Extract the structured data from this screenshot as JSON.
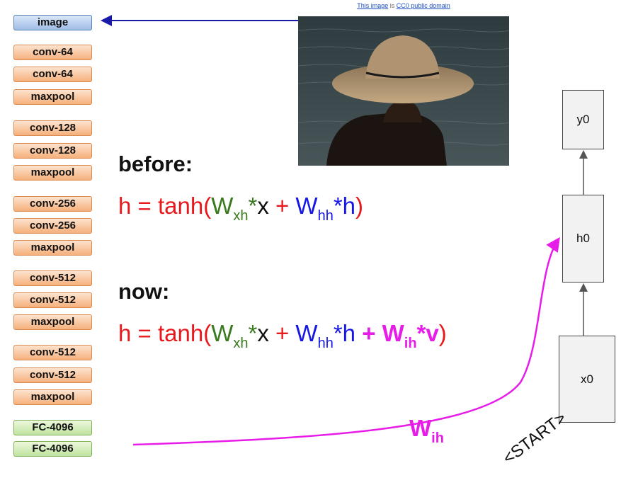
{
  "credit": {
    "text1": "This image",
    "text2": " is ",
    "text3": "CC0 public domain"
  },
  "layers": [
    {
      "label": "image",
      "kind": "img"
    },
    {
      "label": "conv-64",
      "kind": "conv"
    },
    {
      "label": "conv-64",
      "kind": "conv"
    },
    {
      "label": "maxpool",
      "kind": "conv"
    },
    {
      "label": "conv-128",
      "kind": "conv"
    },
    {
      "label": "conv-128",
      "kind": "conv"
    },
    {
      "label": "maxpool",
      "kind": "conv"
    },
    {
      "label": "conv-256",
      "kind": "conv"
    },
    {
      "label": "conv-256",
      "kind": "conv"
    },
    {
      "label": "maxpool",
      "kind": "conv"
    },
    {
      "label": "conv-512",
      "kind": "conv"
    },
    {
      "label": "conv-512",
      "kind": "conv"
    },
    {
      "label": "maxpool",
      "kind": "conv"
    },
    {
      "label": "conv-512",
      "kind": "conv"
    },
    {
      "label": "conv-512",
      "kind": "conv"
    },
    {
      "label": "maxpool",
      "kind": "conv"
    },
    {
      "label": "FC-4096",
      "kind": "fc"
    },
    {
      "label": "FC-4096",
      "kind": "fc"
    }
  ],
  "before": {
    "heading": "before:",
    "h": "h = tanh(",
    "W": "W",
    "xh": "xh",
    "x": "*x + ",
    "W2": "W",
    "hh": "hh",
    "h2": "*h",
    "close": ")"
  },
  "now": {
    "heading": "now:",
    "h": "h = tanh(",
    "W": "W",
    "xh": "xh",
    "x": "*x + ",
    "W2": "W",
    "hh": "hh",
    "h2": "*h",
    "plus": " + ",
    "W3": "W",
    "ih": "ih",
    "v": "*v",
    "close": ")"
  },
  "rnn": {
    "y": "y0",
    "h": "h0",
    "x": "x0",
    "start": "<START>"
  },
  "wih": {
    "W": "W",
    "sub": "ih"
  },
  "colors": {
    "magenta": "#e81ce8",
    "arrow_blue": "#1a1aa8",
    "red": "#e8191c",
    "green": "#3a7a1e",
    "blue": "#1616e6"
  }
}
